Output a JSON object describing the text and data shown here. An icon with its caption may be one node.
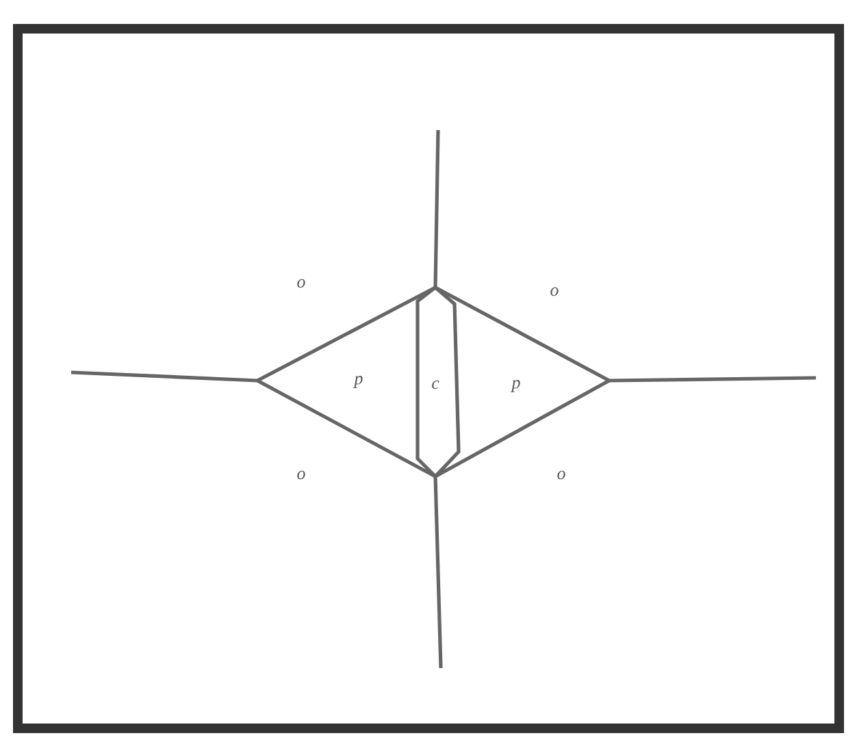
{
  "diagram": {
    "labels": [
      "o",
      "o",
      "p",
      "c",
      "p",
      "o",
      "o"
    ]
  }
}
